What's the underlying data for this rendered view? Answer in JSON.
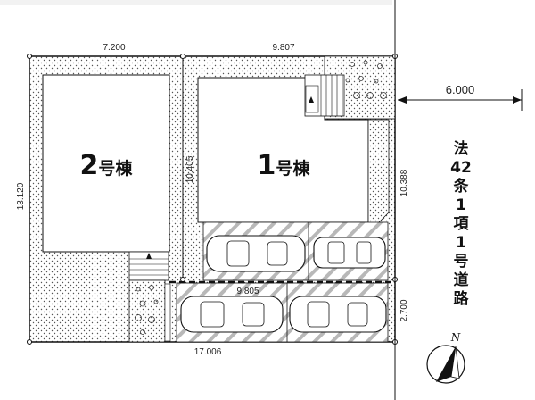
{
  "site": {
    "buildings": [
      {
        "num": "2",
        "suffix": "号棟"
      },
      {
        "num": "1",
        "suffix": "号棟"
      }
    ],
    "dimensions": {
      "top_left": "7.200",
      "top_right": "9.807",
      "left_side": "13.120",
      "bottom": "17.006",
      "center_vertical": "10.405",
      "right_side": "10.388",
      "parking_width": "9.805",
      "parking_depth": "2.700"
    },
    "road": {
      "width": "6.000",
      "legal_text": [
        "法",
        "42",
        "条",
        "1",
        "項",
        "1",
        "号",
        "道",
        "路"
      ]
    },
    "north": "N"
  }
}
